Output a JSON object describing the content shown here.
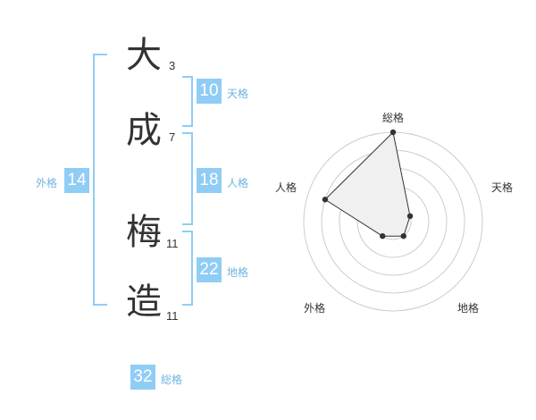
{
  "characters": [
    {
      "char": "大",
      "strokes": "3"
    },
    {
      "char": "成",
      "strokes": "7"
    },
    {
      "char": "梅",
      "strokes": "11"
    },
    {
      "char": "造",
      "strokes": "11"
    }
  ],
  "fortunes": {
    "tenkaku": {
      "value": "10",
      "label": "天格"
    },
    "jinkaku": {
      "value": "18",
      "label": "人格"
    },
    "chikaku": {
      "value": "22",
      "label": "地格"
    },
    "gaikaku": {
      "value": "14",
      "label": "外格"
    },
    "soukaku": {
      "value": "32",
      "label": "総格"
    }
  },
  "chart_data": {
    "type": "radar",
    "axes": [
      "総格",
      "天格",
      "地格",
      "外格",
      "人格"
    ],
    "values": [
      5,
      1,
      1,
      1,
      4
    ],
    "max": 5,
    "rings": 5,
    "colors": {
      "fill": "#f0f0f0",
      "line": "#333333",
      "grid": "#cccccc",
      "center": "#cccccc"
    }
  }
}
